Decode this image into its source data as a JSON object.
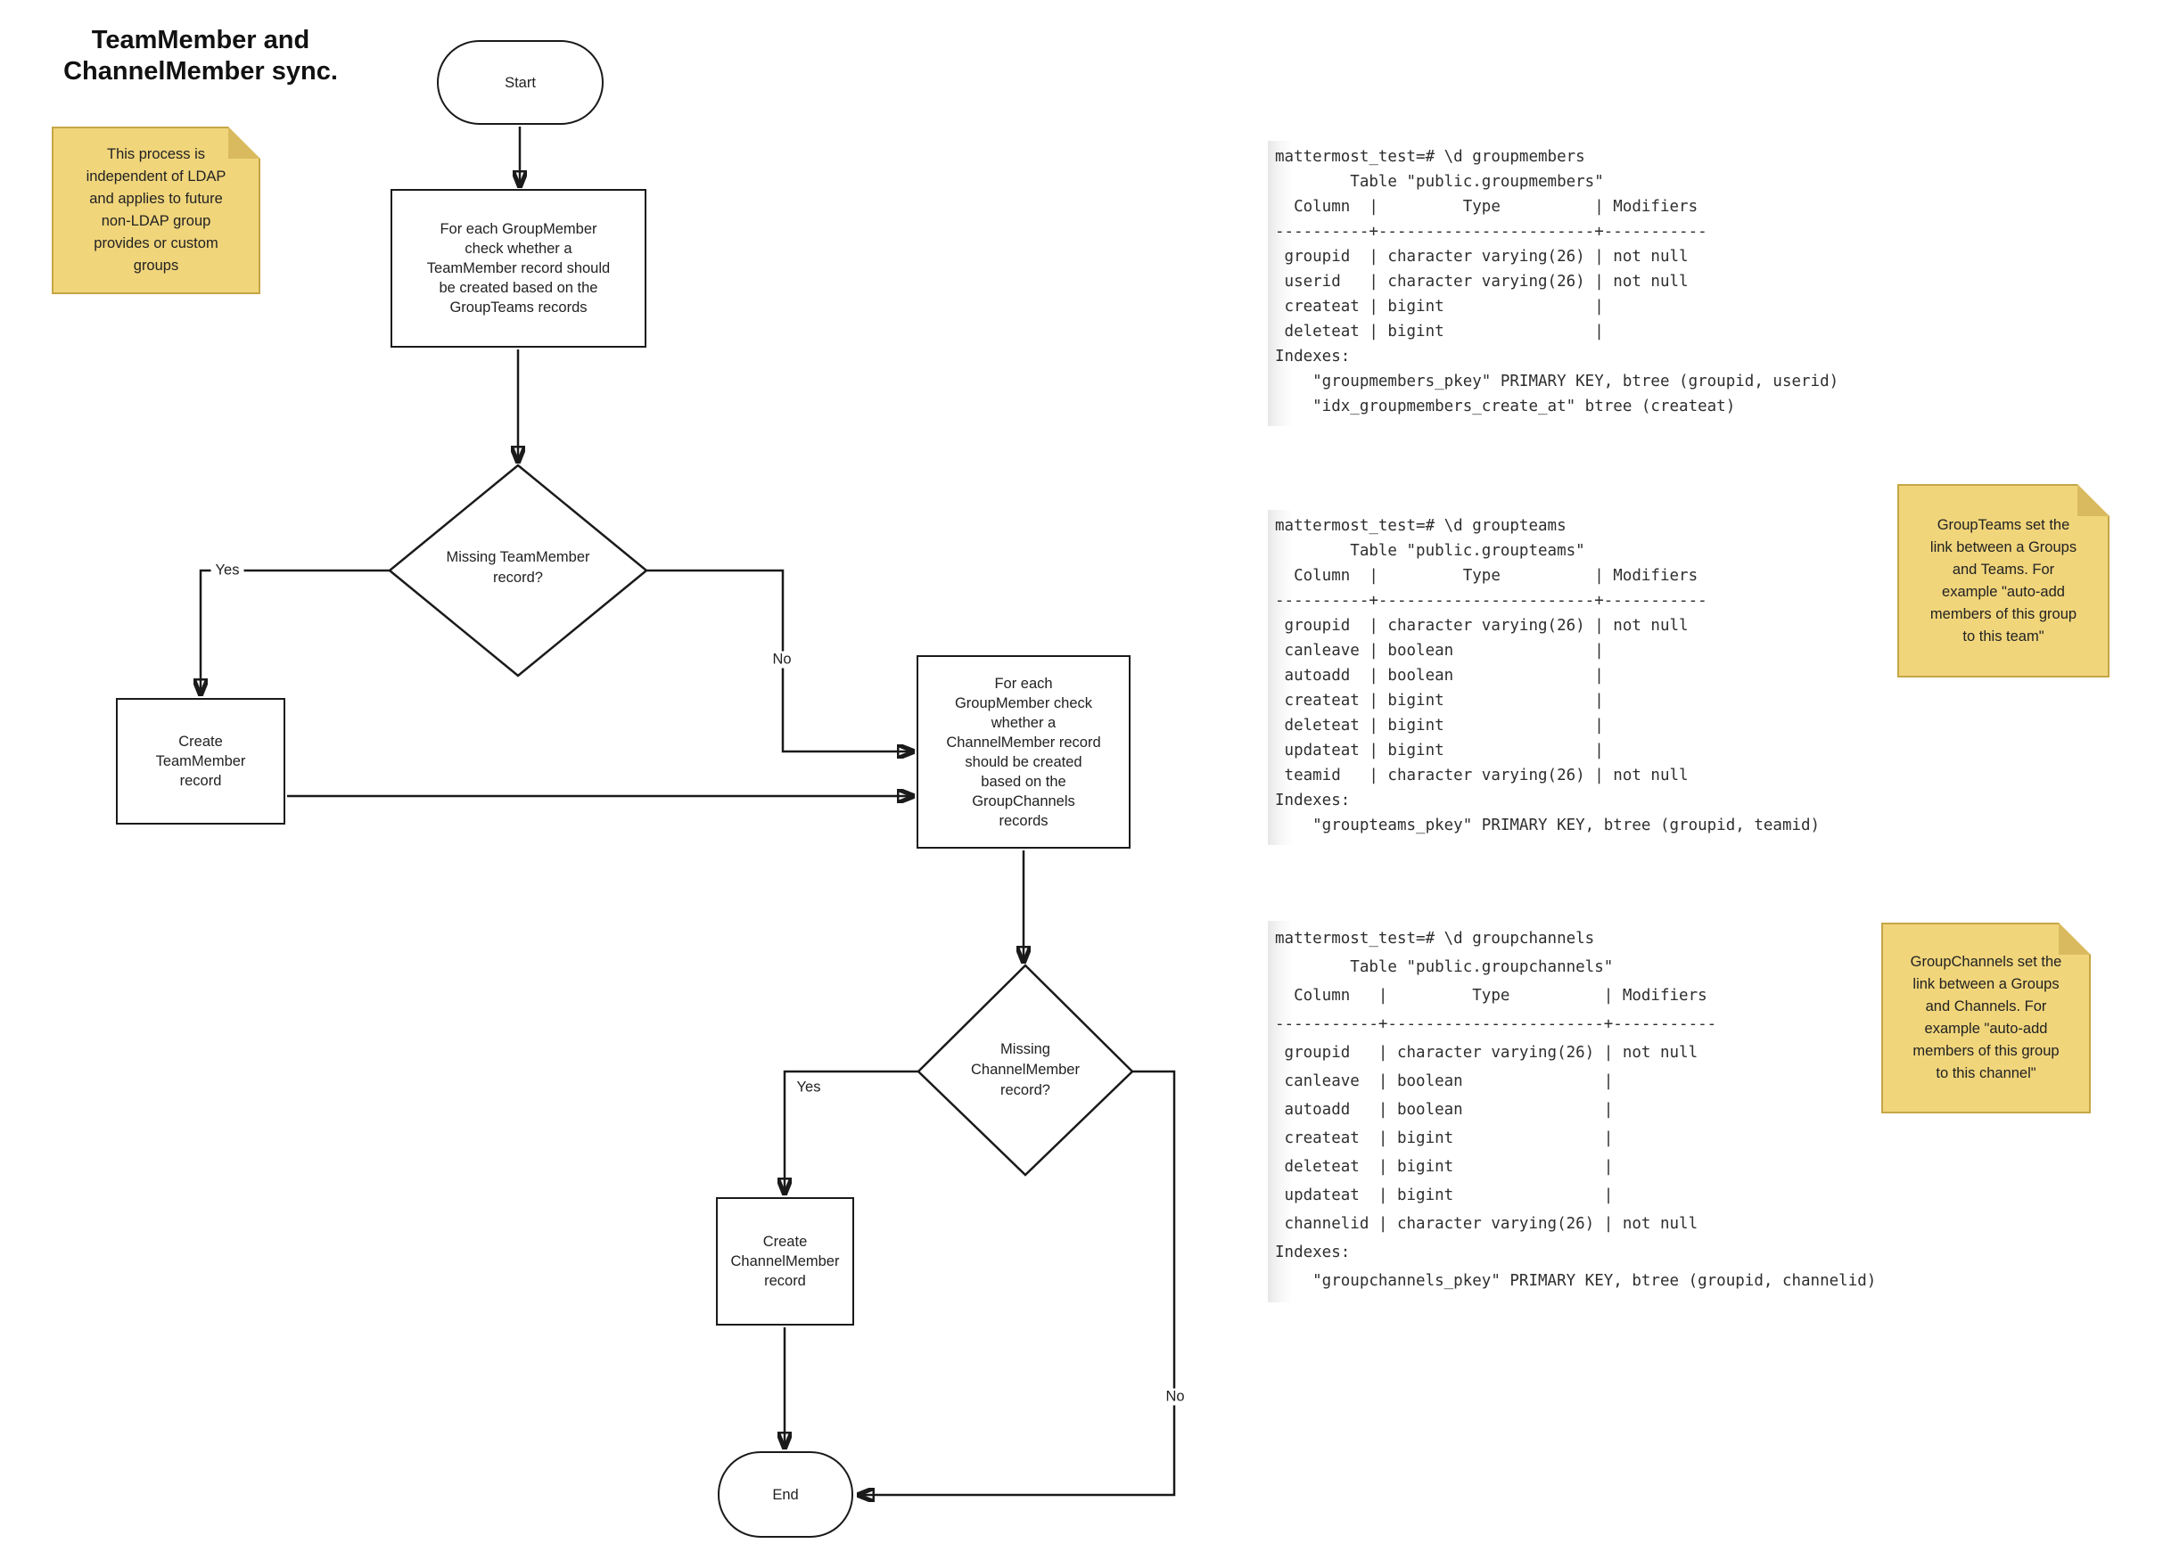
{
  "title_lines": [
    "TeamMember and",
    "ChannelMember sync."
  ],
  "sticky_notes": {
    "ldap": {
      "lines": [
        "This process is",
        "independent of LDAP",
        "and applies to future",
        "non-LDAP group",
        "provides or custom",
        "groups"
      ]
    },
    "groupteams": {
      "lines": [
        "GroupTeams set the",
        "link between a Groups",
        "and Teams. For",
        "example \"auto-add",
        "members of this group",
        "to this team\""
      ]
    },
    "groupchannels": {
      "lines": [
        "GroupChannels set the",
        "link between a Groups",
        "and Channels. For",
        "example \"auto-add",
        "members of this group",
        "to this channel\""
      ]
    }
  },
  "flowchart": {
    "start_label": "Start",
    "end_label": "End",
    "process_teammember_check": {
      "lines": [
        "For each GroupMember",
        "check whether a",
        "TeamMember record should",
        "be created based on the",
        "GroupTeams records"
      ]
    },
    "decision_teammember": {
      "lines": [
        "Missing TeamMember",
        "record?"
      ]
    },
    "process_create_teammember": {
      "lines": [
        "Create",
        "TeamMember",
        "record"
      ]
    },
    "process_channelmember_check": {
      "lines": [
        "For each",
        "GroupMember check",
        "whether a",
        "ChannelMember record",
        "should be created",
        "based on the",
        "GroupChannels",
        "records"
      ]
    },
    "decision_channelmember": {
      "lines": [
        "Missing",
        "ChannelMember",
        "record?"
      ]
    },
    "process_create_channelmember": {
      "lines": [
        "Create",
        "ChannelMember",
        "record"
      ]
    },
    "edge_labels": {
      "yes_teammember": "Yes",
      "no_teammember": "No",
      "yes_channelmember": "Yes",
      "no_channelmember": "No"
    }
  },
  "terminal_blocks": [
    {
      "table": "groupmembers",
      "lines": [
        "mattermost_test=# \\d groupmembers",
        "        Table \"public.groupmembers\"",
        "  Column  |         Type          | Modifiers",
        "----------+-----------------------+-----------",
        " groupid  | character varying(26) | not null",
        " userid   | character varying(26) | not null",
        " createat | bigint                |",
        " deleteat | bigint                |",
        "Indexes:",
        "    \"groupmembers_pkey\" PRIMARY KEY, btree (groupid, userid)",
        "    \"idx_groupmembers_create_at\" btree (createat)"
      ]
    },
    {
      "table": "groupteams",
      "lines": [
        "mattermost_test=# \\d groupteams",
        "        Table \"public.groupteams\"",
        "  Column  |         Type          | Modifiers",
        "----------+-----------------------+-----------",
        " groupid  | character varying(26) | not null",
        " canleave | boolean               |",
        " autoadd  | boolean               |",
        " createat | bigint                |",
        " deleteat | bigint                |",
        " updateat | bigint                |",
        " teamid   | character varying(26) | not null",
        "Indexes:",
        "    \"groupteams_pkey\" PRIMARY KEY, btree (groupid, teamid)"
      ]
    },
    {
      "table": "groupchannels",
      "lines": [
        "mattermost_test=# \\d groupchannels",
        "        Table \"public.groupchannels\"",
        "  Column   |         Type          | Modifiers",
        "-----------+-----------------------+-----------",
        " groupid   | character varying(26) | not null",
        " canleave  | boolean               |",
        " autoadd   | boolean               |",
        " createat  | bigint                |",
        " deleteat  | bigint                |",
        " updateat  | bigint                |",
        " channelid | character varying(26) | not null",
        "Indexes:",
        "    \"groupchannels_pkey\" PRIMARY KEY, btree (groupid, channelid)"
      ]
    }
  ],
  "colors": {
    "sticky_fill": "#F0D57B",
    "sticky_border": "#C5A646",
    "sticky_fold": "#D9BA5F",
    "stroke": "#1A1A1A",
    "code_text": "#2E2E2E"
  }
}
